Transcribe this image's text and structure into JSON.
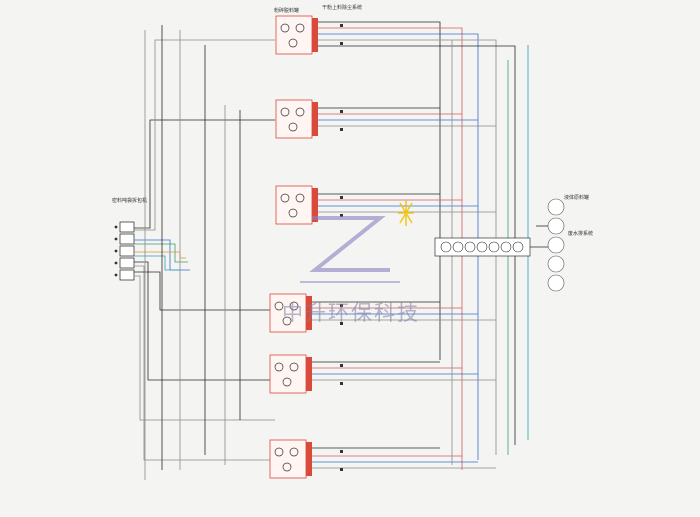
{
  "diagram": {
    "labels": {
      "top_unit_title": "粉碎脱料罐",
      "top_right_title": "干粉上料除尘系统",
      "left_unit_title": "密料吨袋拆包机",
      "right_tank_title": "液体原料罐",
      "right_system_title": "废水排系统"
    },
    "watermark": {
      "text": "中升环保科技"
    },
    "colors": {
      "unit_red": "#d94a3a",
      "pipe_black": "#2a2a2a",
      "pipe_gray": "#8a8a8a",
      "pipe_red": "#d45a5a",
      "pipe_blue": "#3a6fd0",
      "pipe_green": "#3aa070",
      "pipe_orange": "#e0962e",
      "pipe_teal": "#2e9fb5",
      "watermark_blue": "#7a7fa6",
      "star_yellow": "#f2c100"
    }
  }
}
